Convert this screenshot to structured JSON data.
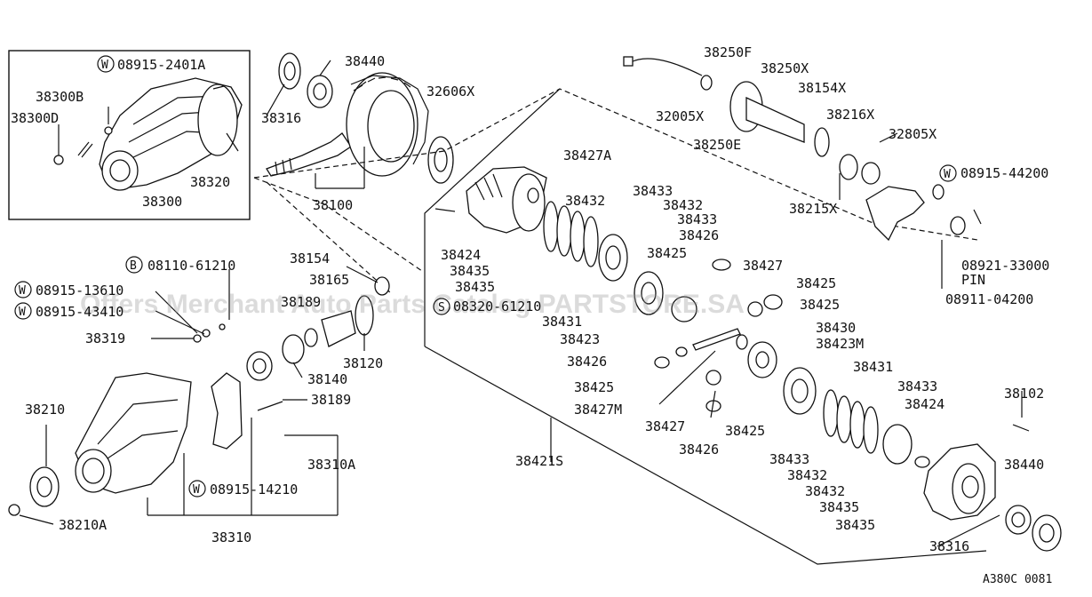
{
  "diagram": {
    "code": "A380C 0081",
    "watermark": "Offers Merchant Auto Parts Catalog PARTSTORE.SA",
    "inset": {
      "labels": [
        "08915-2401A",
        "38440",
        "38300B",
        "38300D",
        "38316",
        "32606X",
        "38320",
        "38300",
        "38100"
      ]
    },
    "left": {
      "labels": [
        "38154",
        "08110-61210",
        "08915-13610",
        "08915-43410",
        "38165",
        "38189",
        "38319",
        "38120",
        "38140",
        "38189",
        "38210",
        "38310A",
        "08915-14210",
        "38210A",
        "38310"
      ]
    },
    "center": {
      "labels": [
        "38427A",
        "38432",
        "38433",
        "38432",
        "38433",
        "38426",
        "38424",
        "38435",
        "38435",
        "38425",
        "38427",
        "38425",
        "38425",
        "08320-61210",
        "38431",
        "38423",
        "38430",
        "38423M",
        "38426",
        "38431",
        "38425",
        "38427M",
        "38427",
        "38425",
        "38426",
        "38421S"
      ]
    },
    "topright": {
      "labels": [
        "38250F",
        "38250X",
        "38154X",
        "32005X",
        "38216X",
        "32805X",
        "38250E",
        "08915-44200",
        "38215X",
        "08921-33000",
        "PIN",
        "08911-04200"
      ]
    },
    "bottomright": {
      "labels": [
        "38433",
        "38102",
        "38424",
        "38433",
        "38432",
        "38440",
        "38432",
        "38435",
        "38435",
        "38316"
      ]
    }
  }
}
